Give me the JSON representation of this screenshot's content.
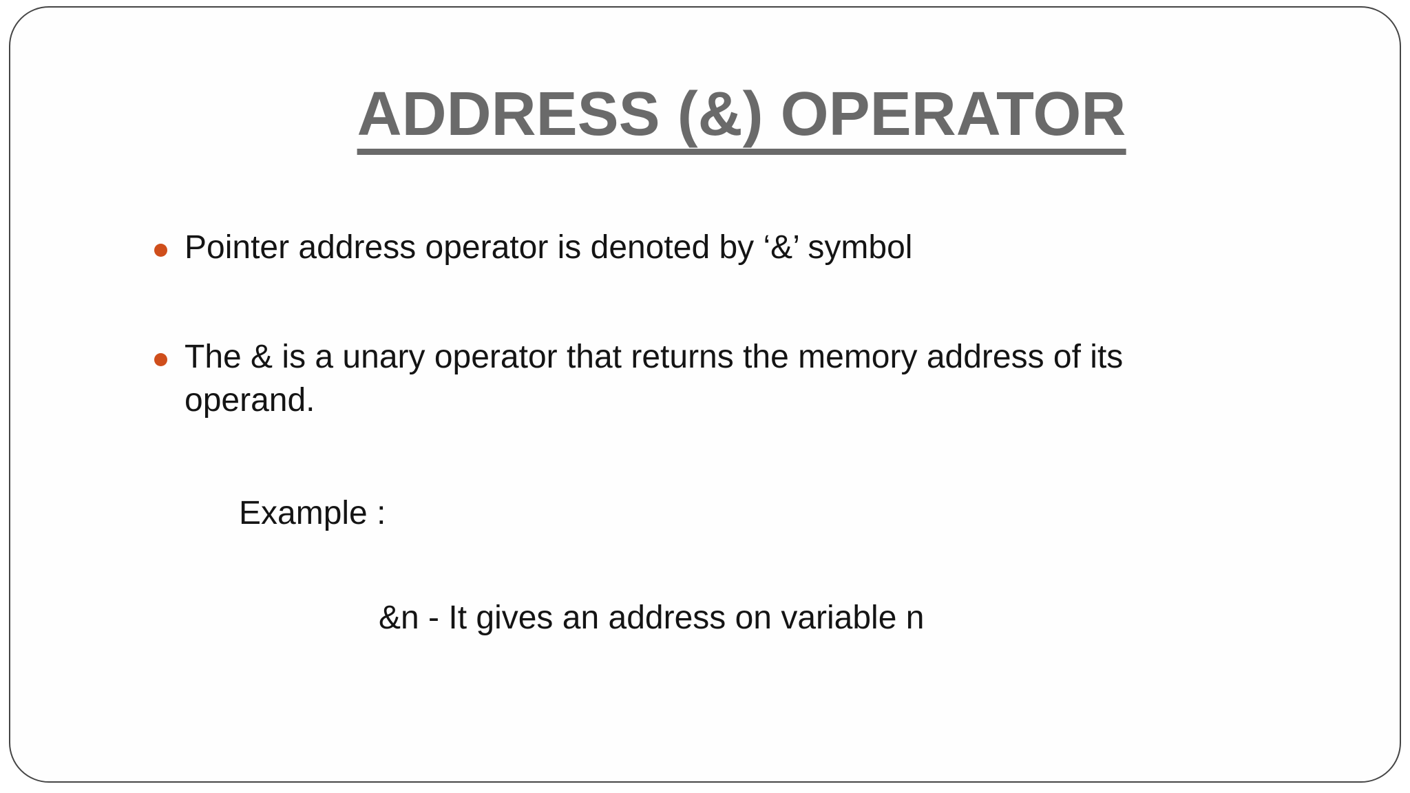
{
  "slide": {
    "title": "ADDRESS (&) OPERATOR",
    "bullets": [
      {
        "text": "Pointer address operator is denoted by ‘&’ symbol"
      },
      {
        "text": "The & is a unary operator that returns the memory address of its\noperand."
      }
    ],
    "example": {
      "label": "Example :",
      "line": "&n - It gives an address on variable n"
    },
    "colors": {
      "title_gray": "#6a6a6a",
      "body_text": "#141414",
      "bullet_orange": "#cf4e1b",
      "border_gray": "#454545",
      "background": "#ffffff"
    }
  }
}
